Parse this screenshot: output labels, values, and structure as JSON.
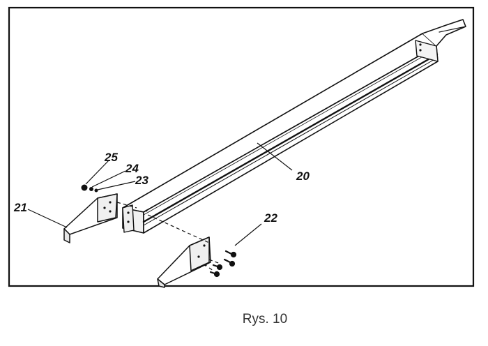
{
  "callouts": {
    "c20": "20",
    "c21": "21",
    "c22": "22",
    "c23": "23",
    "c24": "24",
    "c25": "25"
  },
  "caption": "Rys. 10"
}
